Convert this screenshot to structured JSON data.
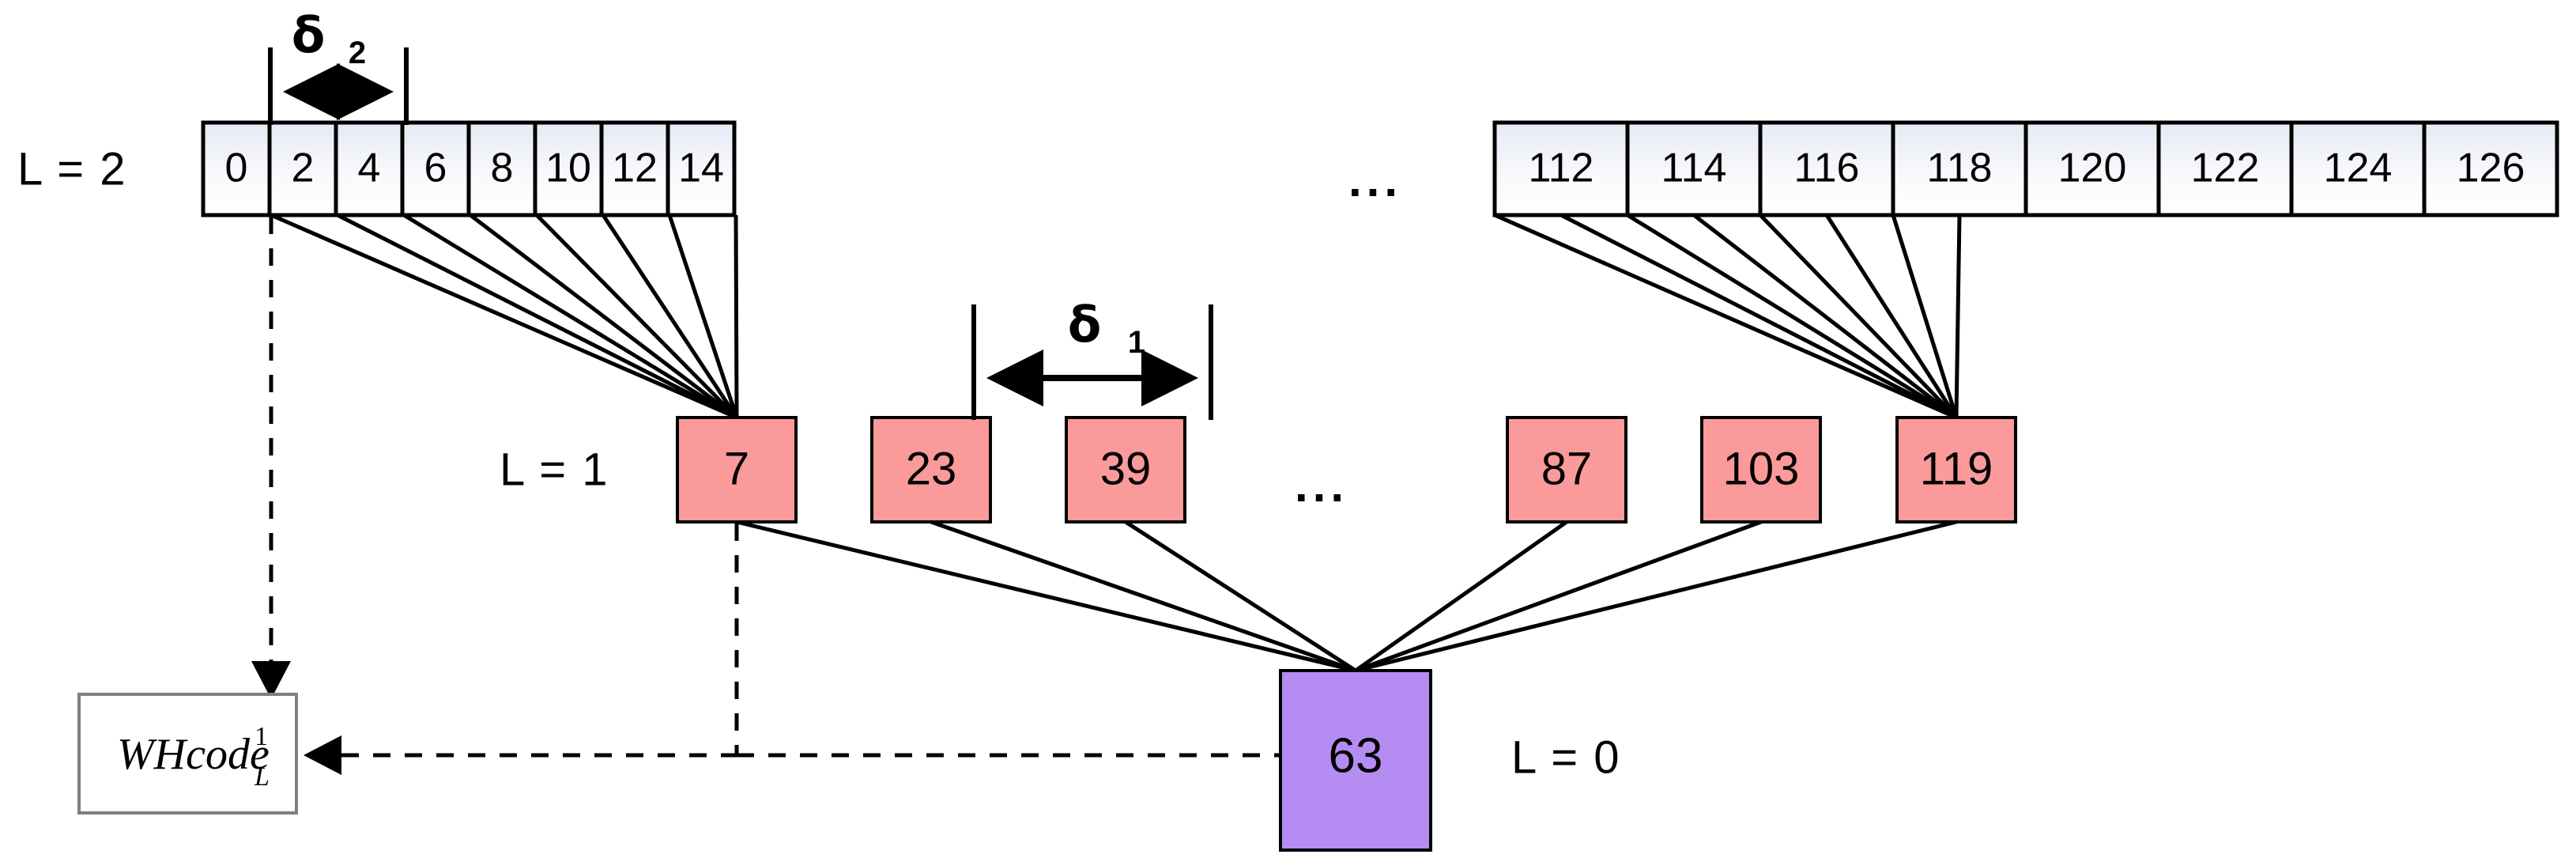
{
  "figure": {
    "title": "Hierarchical wavelet-tree code index diagram",
    "background_color": "#ffffff"
  },
  "colors": {
    "level2_cell_fill_top": "#e8eaf3",
    "level2_cell_fill_bottom": "#ffffff",
    "level1_node_fill": "#fb9a9a",
    "level0_node_fill": "#b48cf2",
    "stroke": "#000000",
    "codebox_stroke": "#7f7f7f"
  },
  "levels": {
    "level2": {
      "label": "L = 2",
      "left_group": [
        "0",
        "2",
        "4",
        "6",
        "8",
        "10",
        "12",
        "14"
      ],
      "ellipsis": "...",
      "right_group": [
        "112",
        "114",
        "116",
        "118",
        "120",
        "122",
        "124",
        "126"
      ]
    },
    "level1": {
      "label": "L = 1",
      "left_nodes": [
        "7",
        "23",
        "39"
      ],
      "ellipsis": "...",
      "right_nodes": [
        "87",
        "103",
        "119"
      ]
    },
    "level0": {
      "label": "L = 0",
      "node": "63"
    }
  },
  "annotations": {
    "delta2": {
      "symbol": "δ",
      "subscript": "2"
    },
    "delta1": {
      "symbol": "δ",
      "subscript": "1"
    }
  },
  "code_box": {
    "base": "WHcode",
    "superscript": "1",
    "subscript": "L"
  }
}
